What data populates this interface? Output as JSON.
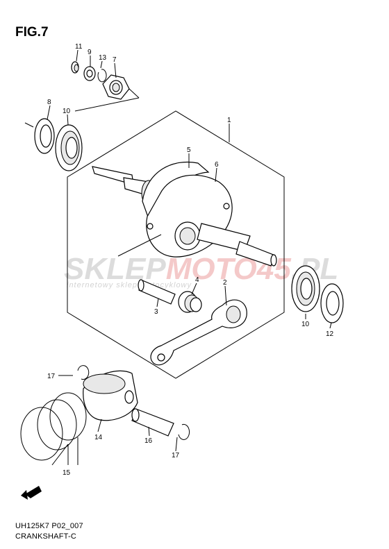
{
  "figure": {
    "title": "FIG.7",
    "code": "UH125K7 P02_007",
    "name": "CRANKSHAFT-C"
  },
  "watermark": {
    "main": "SKLEP",
    "accent": "MOTO",
    "number": "45",
    "suffix": ".PL",
    "tagline": "internetowy sklep motocyklowy"
  },
  "callouts": {
    "c1": "1",
    "c2": "2",
    "c3": "3",
    "c4": "4",
    "c5": "5",
    "c6": "6",
    "c7": "7",
    "c8": "8",
    "c9": "9",
    "c10a": "10",
    "c10b": "10",
    "c11": "11",
    "c12": "12",
    "c13": "13",
    "c14": "14",
    "c15": "15",
    "c16": "16",
    "c17a": "17",
    "c17b": "17"
  },
  "icons": {
    "front_arrow": "fwd-arrow-icon"
  },
  "colors": {
    "ink": "#000000",
    "watermark_gray": "#d9d9d9",
    "watermark_red": "#e06060"
  }
}
